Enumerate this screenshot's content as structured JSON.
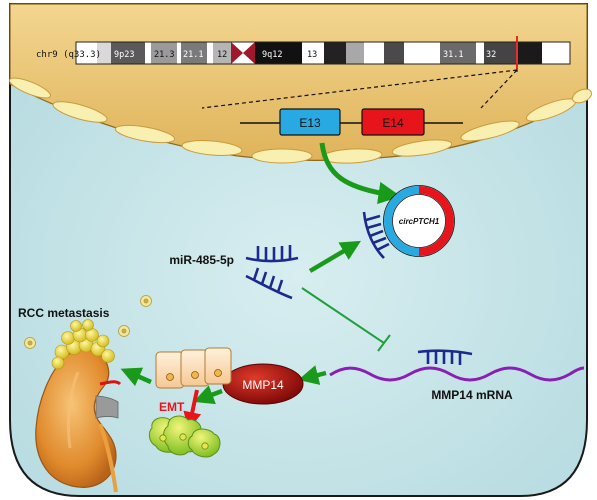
{
  "chromosome": {
    "label": "chr9 (q33.3)",
    "bands": [
      "9p23",
      "21.3",
      "21.1",
      "12",
      "9q12",
      "13",
      "31.1",
      "32"
    ]
  },
  "exons": {
    "e13": "E13",
    "e14": "E14"
  },
  "circ_label": "circPTCH1",
  "mirna_label": "miR-485-5p",
  "mrna_label": "MMP14 mRNA",
  "protein_label": "MMP14",
  "emt_label": "EMT",
  "metastasis_label": "RCC metastasis",
  "colors": {
    "cell_background": "#c9e4e8",
    "nucleus": "#ebc36f",
    "e13": "#29a9e1",
    "e14": "#e8141b",
    "arrow_green": "#1a9a1a",
    "arrow_red": "#e8141b",
    "mirna": "#1b2a8c",
    "mrna": "#8b1fb3",
    "protein": "#b30d0d"
  }
}
